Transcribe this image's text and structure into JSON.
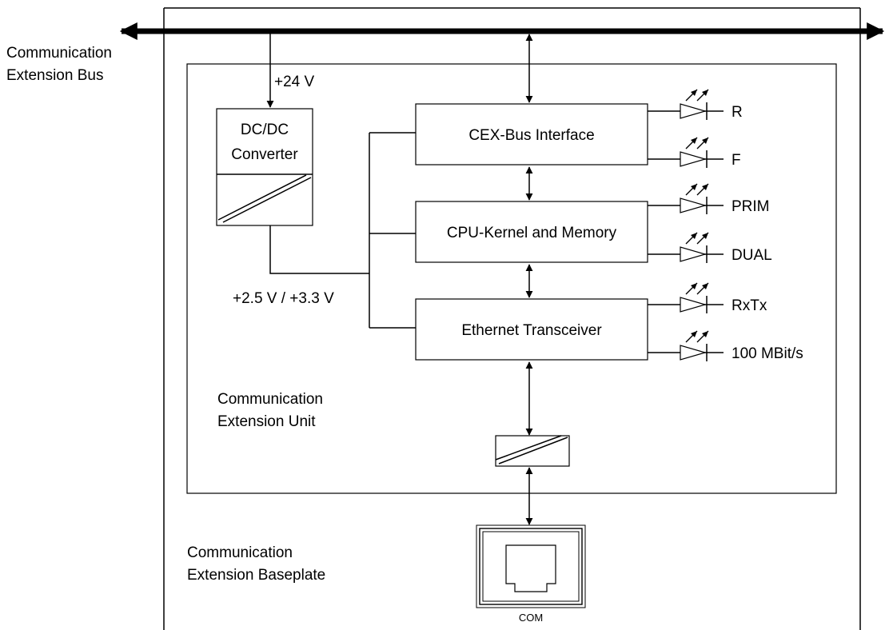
{
  "diagram": {
    "bus_label": [
      "Communication",
      "Extension Bus"
    ],
    "supply_label": "+24 V",
    "dcdc": {
      "line1": "DC/DC",
      "line2": "Converter"
    },
    "voltage_label": "+2.5 V / +3.3 V",
    "blocks": {
      "cex_bus": "CEX-Bus Interface",
      "cpu": "CPU-Kernel and Memory",
      "ethernet": "Ethernet Transceiver"
    },
    "leds": [
      "R",
      "F",
      "PRIM",
      "DUAL",
      "RxTx",
      "100 MBit/s"
    ],
    "unit_label": [
      "Communication",
      "Extension Unit"
    ],
    "baseplate_label": [
      "Communication",
      "Extension Baseplate"
    ],
    "connector_label": "COM"
  }
}
